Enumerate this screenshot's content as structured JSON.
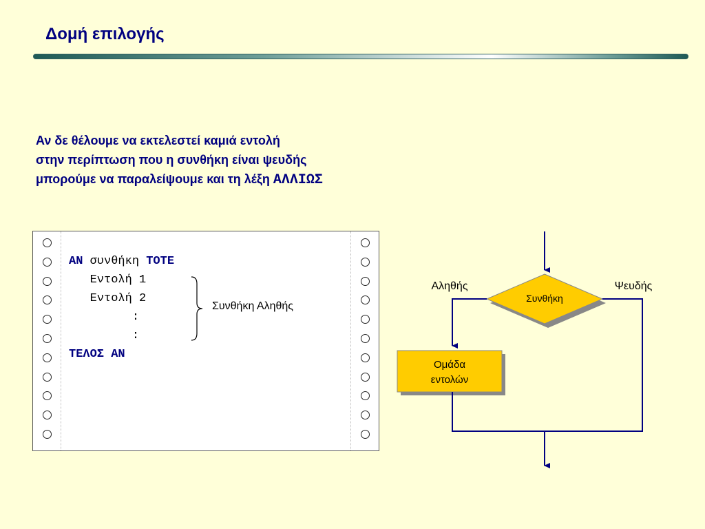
{
  "title": "Δομή επιλογής",
  "intro": {
    "line1": "Αν δε θέλουμε να εκτελεστεί καμιά εντολή",
    "line2": "στην περίπτωση που η συνθήκη είναι ψευδής",
    "line3_prefix": "μπορούμε να παραλείψουμε και τη λέξη ",
    "line3_keyword": "ΑΛΛΙΩΣ"
  },
  "code": {
    "if_kw": "ΑΝ",
    "condition": "συνθήκη",
    "then_kw": "ΤΟΤΕ",
    "stmt1": "Εντολή 1",
    "stmt2": "Εντολή 2",
    "dots1": ":",
    "dots2": ":",
    "end_kw": "ΤΕΛΟΣ ΑΝ",
    "brace_label": "Συνθήκη Αληθής"
  },
  "flowchart": {
    "condition": "Συνθήκη",
    "true_label": "Αληθής",
    "false_label": "Ψευδής",
    "block_line1": "Ομάδα",
    "block_line2": "εντολών",
    "diamond_color": "#ffcc00",
    "block_color": "#ffcc00",
    "line_color": "#000080"
  }
}
